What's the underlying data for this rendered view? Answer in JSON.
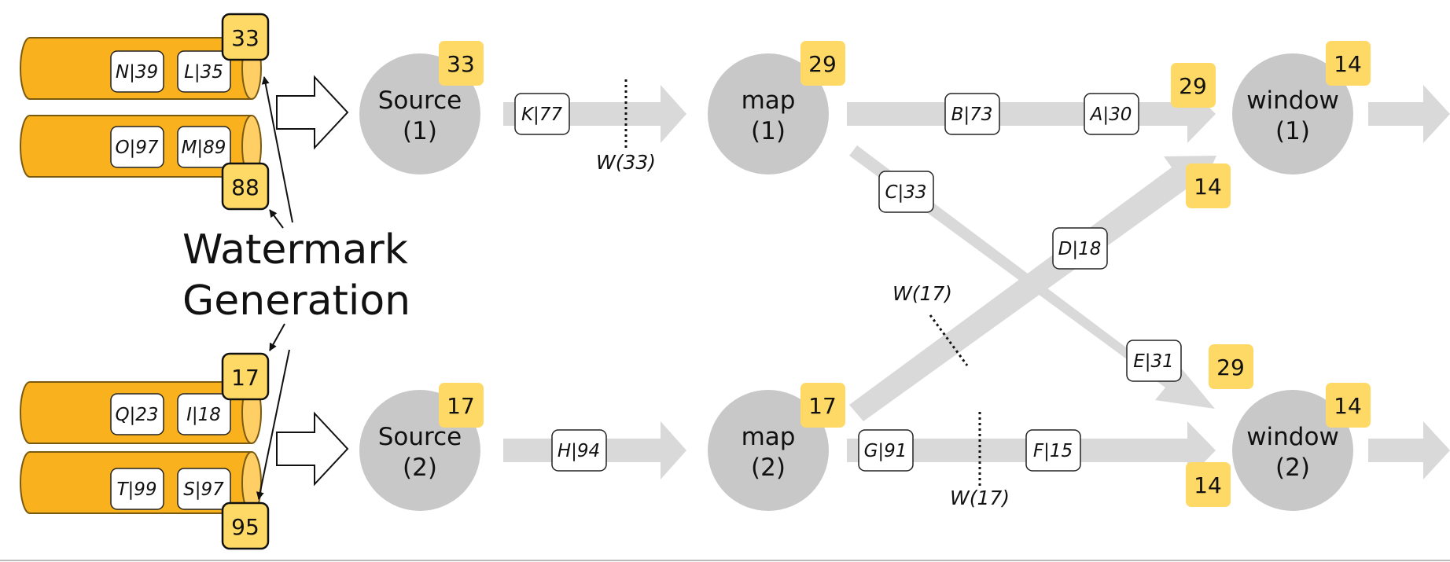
{
  "label": {
    "line1": "Watermark",
    "line2": "Generation"
  },
  "partitions": [
    {
      "records": [
        "N|39",
        "L|35"
      ],
      "watermark": "33"
    },
    {
      "records": [
        "O|97",
        "M|89"
      ],
      "watermark": "88"
    },
    {
      "records": [
        "Q|23",
        "I|18"
      ],
      "watermark": "17"
    },
    {
      "records": [
        "T|99",
        "S|97"
      ],
      "watermark": "95"
    }
  ],
  "operators": [
    {
      "id": "source1",
      "name": "Source",
      "index": "(1)",
      "watermark": "33"
    },
    {
      "id": "map1",
      "name": "map",
      "index": "(1)",
      "watermark": "29"
    },
    {
      "id": "window1",
      "name": "window",
      "index": "(1)",
      "watermark": "14"
    },
    {
      "id": "source2",
      "name": "Source",
      "index": "(2)",
      "watermark": "17"
    },
    {
      "id": "map2",
      "name": "map",
      "index": "(2)",
      "watermark": "17"
    },
    {
      "id": "window2",
      "name": "window",
      "index": "(2)",
      "watermark": "14"
    }
  ],
  "records": [
    "K|77",
    "B|73",
    "A|30",
    "C|33",
    "D|18",
    "E|31",
    "H|94",
    "G|91",
    "F|15"
  ],
  "channel_watermarks": [
    "29",
    "14",
    "29",
    "14"
  ],
  "watermark_markers": [
    "W(33)",
    "W(17)",
    "W(17)"
  ],
  "colors": {
    "accent": "#FFD966",
    "partition": "#F9B21E",
    "partition_end": "#FFCF66",
    "node": "#C8C8C8",
    "stream": "#D9D9D9"
  }
}
